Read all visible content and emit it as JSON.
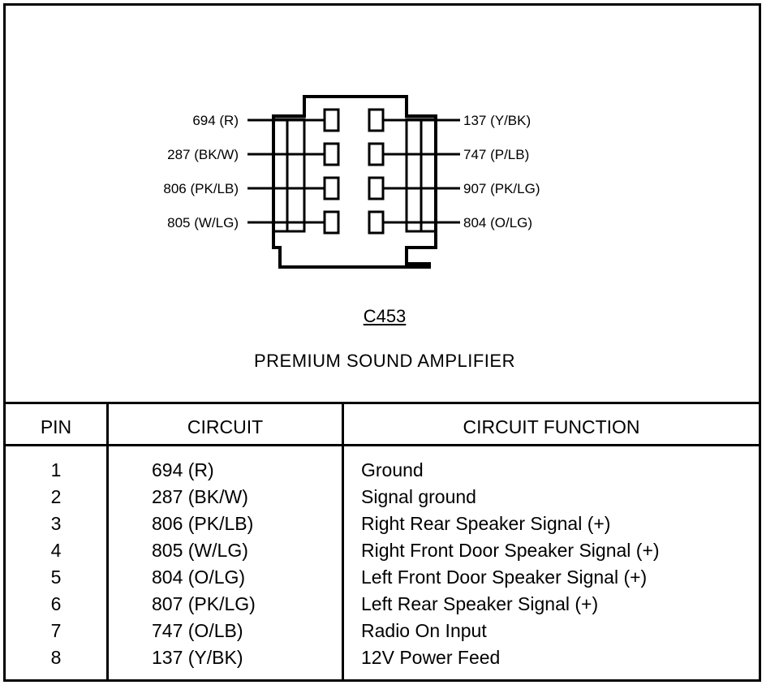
{
  "connector": {
    "id": "C453",
    "name": "PREMIUM SOUND AMPLIFIER",
    "left_wires": [
      "694 (R)",
      "287 (BK/W)",
      "806 (PK/LB)",
      "805 (W/LG)"
    ],
    "right_wires": [
      "137 (Y/BK)",
      "747 (P/LB)",
      "907 (PK/LG)",
      "804 (O/LG)"
    ]
  },
  "table": {
    "headers": {
      "pin": "PIN",
      "circuit": "CIRCUIT",
      "function": "CIRCUIT FUNCTION"
    },
    "rows": [
      {
        "pin": "1",
        "circuit": "694 (R)",
        "function": "Ground"
      },
      {
        "pin": "2",
        "circuit": "287 (BK/W)",
        "function": "Signal ground"
      },
      {
        "pin": "3",
        "circuit": "806 (PK/LB)",
        "function": "Right Rear Speaker Signal (+)"
      },
      {
        "pin": "4",
        "circuit": "805 (W/LG)",
        "function": "Right Front Door Speaker Signal (+)"
      },
      {
        "pin": "5",
        "circuit": "804 (O/LG)",
        "function": "Left Front Door Speaker Signal (+)"
      },
      {
        "pin": "6",
        "circuit": "807 (PK/LG)",
        "function": "Left Rear Speaker Signal (+)"
      },
      {
        "pin": "7",
        "circuit": "747 (O/LB)",
        "function": "Radio On Input"
      },
      {
        "pin": "8",
        "circuit": "137 (Y/BK)",
        "function": "12V Power Feed"
      }
    ]
  }
}
